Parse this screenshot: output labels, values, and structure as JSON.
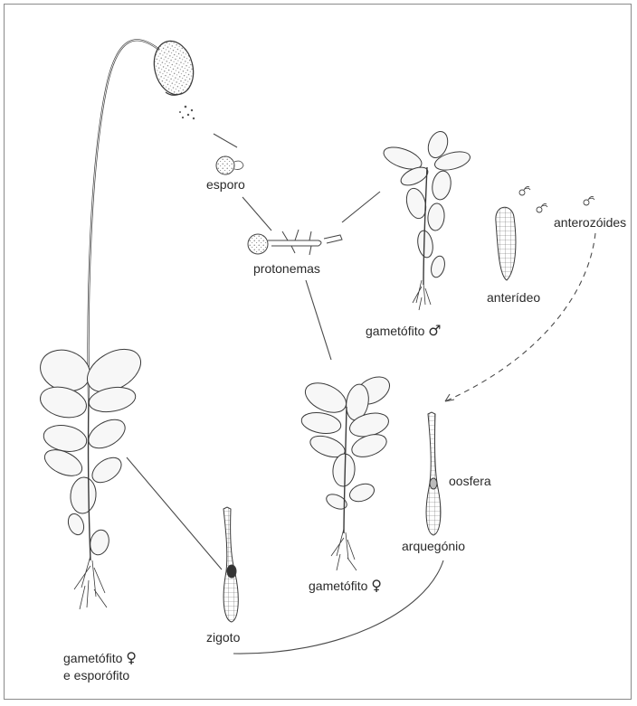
{
  "labels": {
    "esporo": "esporo",
    "protonemas": "protonemas",
    "gametofito_male": "gametófito",
    "male_symbol": "♂",
    "anterideo": "anterídeo",
    "anterozoides": "anterozóides",
    "oosfera": "oosfera",
    "arquegonio": "arquegónio",
    "gametofito_female": "gametófito",
    "female_symbol": "♀",
    "zigoto": "zigoto",
    "gametofito_esporofito_line1": "gametófito",
    "gametofito_esporofito_line2": "e esporófito"
  },
  "colors": {
    "stroke": "#3a3a3a",
    "leaf_fill": "#f7f7f7",
    "dot": "#555555"
  }
}
